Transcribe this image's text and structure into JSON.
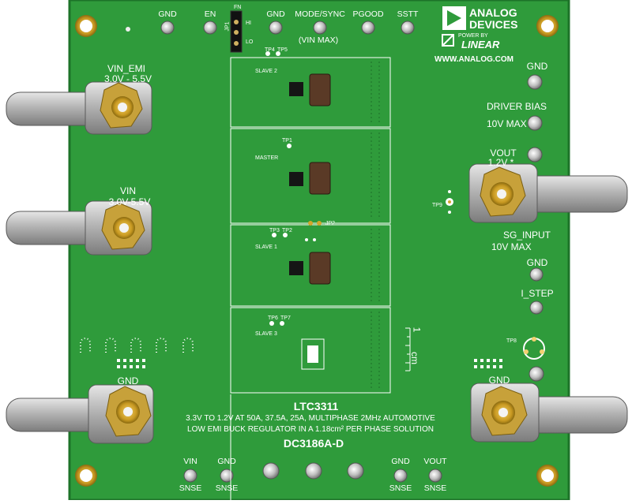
{
  "board": {
    "colors": {
      "pcb": "#2e9a3a",
      "pcb_edge": "#1f7a2b",
      "silk": "#ffffff",
      "gold": "#d4a62a",
      "lug": "#b8b8b8"
    },
    "top_labels": [
      "GND",
      "EN",
      "GND",
      "MODE/SYNC",
      "PGOOD",
      "SSTT"
    ],
    "jumper": {
      "ref": "JP1",
      "fn": "FN",
      "hi": "HI",
      "lo": "LO"
    },
    "vin_max": "(VIN MAX)",
    "logo": {
      "line1": "ANALOG",
      "line2": "DEVICES",
      "power_by": "POWER BY",
      "linear": "LINEAR",
      "url": "WWW.ANALOG.COM"
    },
    "left_labels": {
      "vin_emi": "VIN_EMI",
      "vin_emi_range": "3.0V - 5.5V",
      "vin": "VIN",
      "vin_range": "3.0V-5.5V",
      "gnd": "GND"
    },
    "right_labels": {
      "gnd1": "GND",
      "driver_bias": "DRIVER BIAS",
      "driver_bias_max": "10V MAX",
      "vout": "VOUT",
      "vout_val": "1.2V *",
      "tp9": "TP9",
      "sg_input": "SG_INPUT",
      "sg_input_max": "10V MAX",
      "gnd2": "GND",
      "i_step": "I_STEP",
      "tp8": "TP8",
      "gnd3": "GND"
    },
    "phase_labels": [
      "SLAVE 2",
      "MASTER",
      "SLAVE 1",
      "SLAVE 3"
    ],
    "tp_labels": [
      "TP4",
      "TP5",
      "TP1",
      "TP3",
      "TP2",
      "TP6",
      "TP7"
    ],
    "jp2": "JP2",
    "scale": {
      "one": "1",
      "cm": "cm"
    },
    "product": {
      "name": "LTC3311",
      "line1": "3.3V TO 1.2V AT 50A, 37.5A, 25A, MULTIPHASE 2MHz AUTOMOTIVE",
      "line2": "LOW EMI BUCK REGULATOR IN A 1.18cm² PER PHASE SOLUTION",
      "board_id": "DC3186A-D"
    },
    "bottom_labels": [
      {
        "l1": "VIN",
        "l2": "SNSE"
      },
      {
        "l1": "GND",
        "l2": "SNSE"
      },
      {
        "l1": "GND",
        "l2": "SNSE"
      },
      {
        "l1": "VOUT",
        "l2": "SNSE"
      }
    ]
  }
}
